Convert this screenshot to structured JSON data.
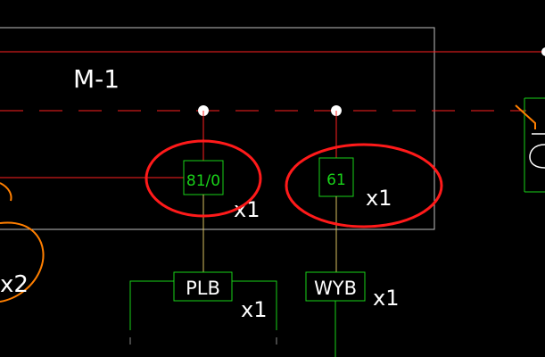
{
  "colors": {
    "background": "#000000",
    "panel_border": "#bfbfbf",
    "red_line": "#ff2020",
    "green": "#19d219",
    "yellow_line": "#d8c060",
    "white": "#ffffff",
    "orange": "#ff7f00",
    "annotation_red": "#ff1a1a"
  },
  "panel": {
    "label": "M-1"
  },
  "devices": [
    {
      "id": "relay_8110",
      "code": "81/0",
      "qty": "x1"
    },
    {
      "id": "relay_61",
      "code": "61",
      "qty": "x1"
    },
    {
      "id": "ct_plb",
      "code": "PLB",
      "qty": "x1"
    },
    {
      "id": "ct_wyb",
      "code": "WYB",
      "qty": "x1"
    }
  ],
  "left_fragment": {
    "qty": "x2"
  }
}
